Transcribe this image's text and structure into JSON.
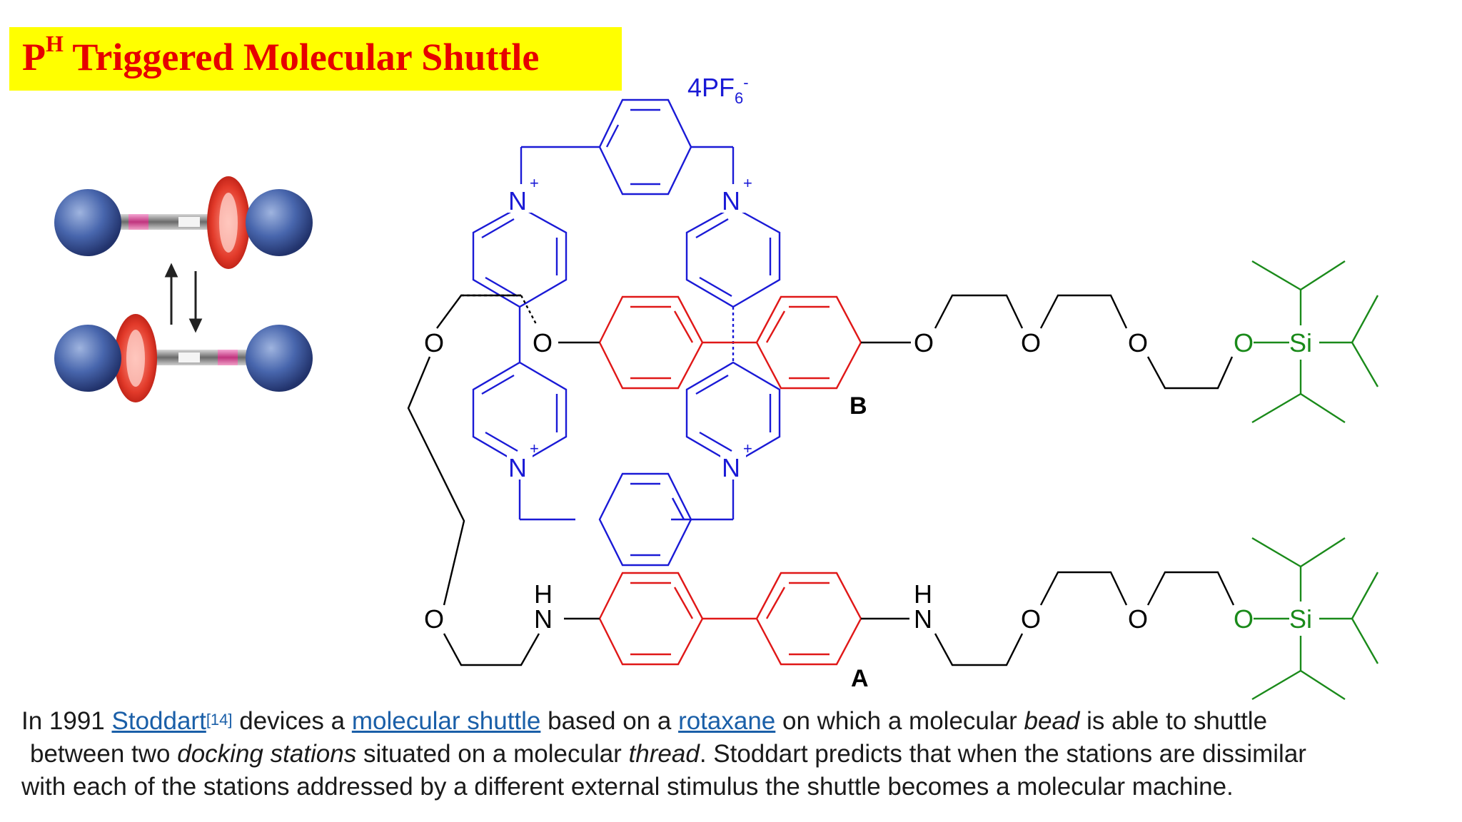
{
  "title": {
    "prefix": "P",
    "superscript": "H",
    "rest": " Triggered Molecular Shuttle"
  },
  "counterion": {
    "main": "4PF",
    "sub": "6",
    "sup": "-"
  },
  "labels": {
    "station_b": "B",
    "station_a": "A",
    "n_plus": "N",
    "plus": "+",
    "oxygen": "O",
    "silicon": "Si",
    "amine_h": "H",
    "amine_n": "N"
  },
  "caption": {
    "line1": {
      "t1": "In 1991 ",
      "link1": "Stoddart",
      "ref": "[14]",
      "t2": " devices a ",
      "link2": "molecular shuttle",
      "t3": " based on a ",
      "link3": "rotaxane",
      "t4": " on which a molecular ",
      "em1": "bead",
      "t5": " is able to shuttle"
    },
    "line2": {
      "t1": "between two ",
      "em1": "docking stations",
      "t2": " situated on a molecular ",
      "em2": "thread",
      "t3": ". Stoddart predicts that when the stations are dissimilar"
    },
    "line3": "with each of the stations addressed by a different external stimulus the shuttle becomes a molecular machine."
  },
  "colors": {
    "title_bg": "#ffff00",
    "title_text": "#e60000",
    "ring_blue": "#1a1ad6",
    "station_red": "#e01818",
    "silyl_green": "#1a8a1a",
    "chain_black": "#000000",
    "link": "#1a5fa8"
  }
}
